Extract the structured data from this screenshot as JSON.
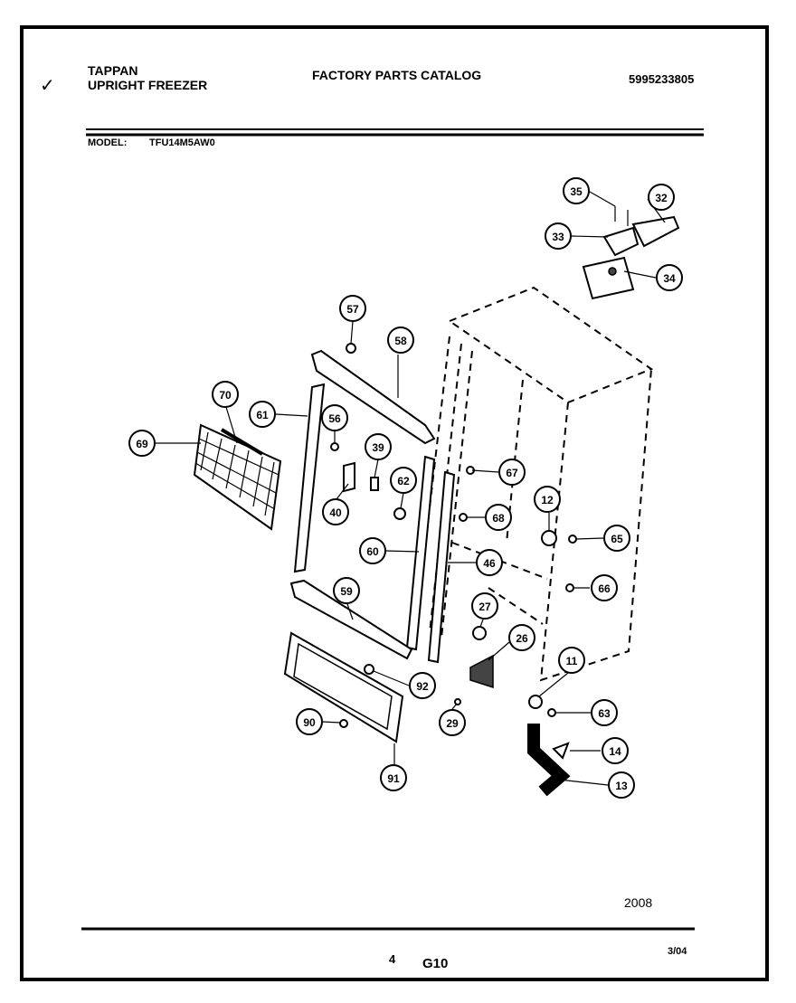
{
  "header": {
    "brand_line1": "TAPPAN",
    "brand_line2": "UPRIGHT FREEZER",
    "catalog_title": "FACTORY PARTS CATALOG",
    "part_number": "5995233805",
    "model_label": "MODEL:",
    "model_value": "TFU14M5AW0"
  },
  "footer": {
    "year": "2008",
    "page_number": "4",
    "section": "G10",
    "date": "3/04"
  },
  "margin_mark": "✓",
  "callouts": [
    "35",
    "32",
    "33",
    "34",
    "57",
    "58",
    "70",
    "61",
    "56",
    "39",
    "69",
    "40",
    "62",
    "67",
    "68",
    "12",
    "65",
    "60",
    "46",
    "66",
    "59",
    "27",
    "26",
    "92",
    "11",
    "63",
    "90",
    "29",
    "14",
    "91",
    "13"
  ]
}
